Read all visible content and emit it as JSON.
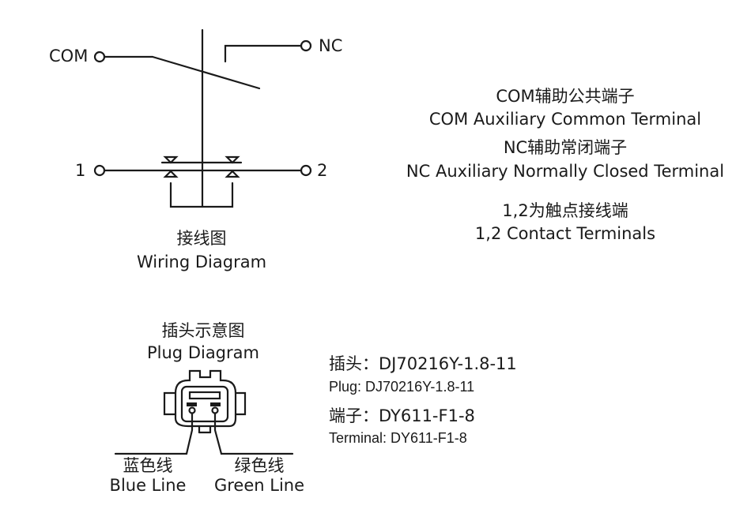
{
  "wiring": {
    "com_label": "COM",
    "nc_label": "NC",
    "terminal_1": "1",
    "terminal_2": "2",
    "caption_cn": "接线图",
    "caption_en": "Wiring Diagram"
  },
  "legend": {
    "com_cn": "COM辅助公共端子",
    "com_en": "COM Auxiliary Common Terminal",
    "nc_cn": "NC辅助常闭端子",
    "nc_en": "NC Auxiliary Normally Closed Terminal",
    "contacts_cn": "1,2为触点接线端",
    "contacts_en": "1,2 Contact Terminals"
  },
  "plug": {
    "title_cn": "插头示意图",
    "title_en": "Plug Diagram",
    "blue_cn": "蓝色线",
    "blue_en": "Blue Line",
    "green_cn": "绿色线",
    "green_en": "Green Line"
  },
  "specs": {
    "plug_cn": "插头：DJ70216Y-1.8-11",
    "plug_en": "Plug: DJ70216Y-1.8-11",
    "terminal_cn": "端子：DY611-F1-8",
    "terminal_en": "Terminal: DY611-F1-8"
  }
}
